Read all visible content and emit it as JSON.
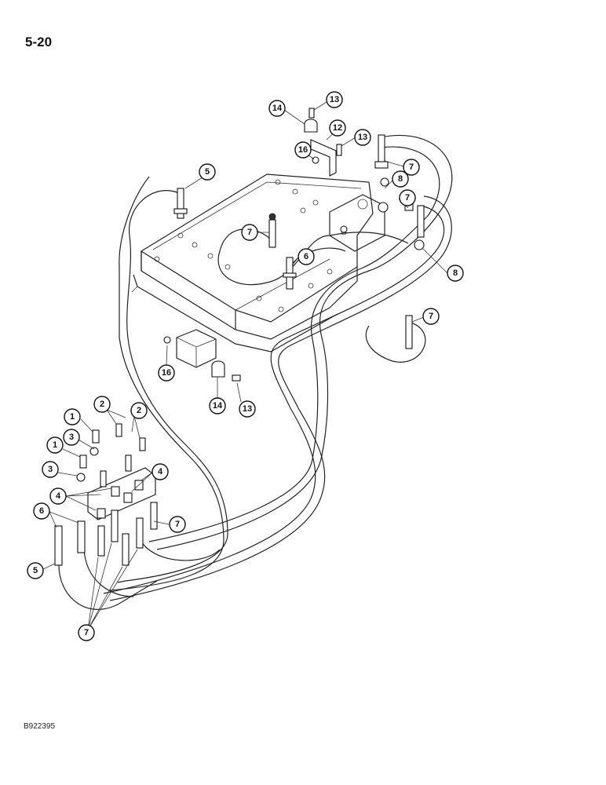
{
  "page": {
    "number": "5-20",
    "figure_code": "B922395"
  },
  "diagram": {
    "callouts": [
      {
        "id": "c1",
        "label": "14"
      },
      {
        "id": "c2",
        "label": "13"
      },
      {
        "id": "c3",
        "label": "12"
      },
      {
        "id": "c4",
        "label": "13"
      },
      {
        "id": "c5",
        "label": "16"
      },
      {
        "id": "c6",
        "label": "7"
      },
      {
        "id": "c7",
        "label": "5"
      },
      {
        "id": "c8",
        "label": "8"
      },
      {
        "id": "c9",
        "label": "7"
      },
      {
        "id": "c10",
        "label": "7"
      },
      {
        "id": "c11",
        "label": "6"
      },
      {
        "id": "c12",
        "label": "8"
      },
      {
        "id": "c13",
        "label": "7"
      },
      {
        "id": "c14",
        "label": "16"
      },
      {
        "id": "c15",
        "label": "14"
      },
      {
        "id": "c16",
        "label": "13"
      },
      {
        "id": "c17",
        "label": "1"
      },
      {
        "id": "c18",
        "label": "2"
      },
      {
        "id": "c19",
        "label": "2"
      },
      {
        "id": "c20",
        "label": "3"
      },
      {
        "id": "c21",
        "label": "1"
      },
      {
        "id": "c22",
        "label": "3"
      },
      {
        "id": "c23",
        "label": "4"
      },
      {
        "id": "c24",
        "label": "4"
      },
      {
        "id": "c25",
        "label": "6"
      },
      {
        "id": "c26",
        "label": "7"
      },
      {
        "id": "c27",
        "label": "5"
      },
      {
        "id": "c28",
        "label": "7"
      }
    ]
  }
}
